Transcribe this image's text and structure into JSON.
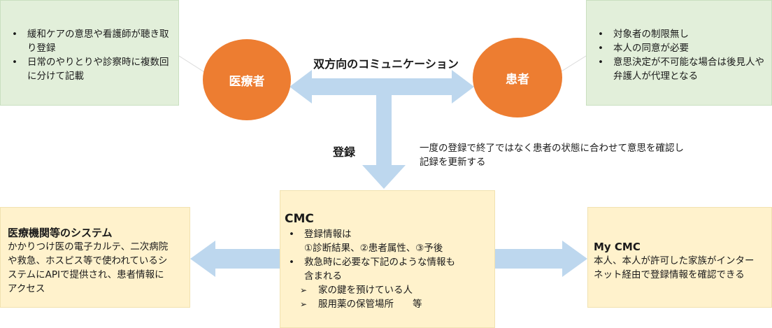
{
  "colors": {
    "accent_orange": "#ed7d31",
    "arrow_blue": "#bdd7ee",
    "green_box": "#e2efda",
    "yellow_box": "#fff2cc"
  },
  "top_left_box": {
    "items": [
      "緩和ケアの意思や看護師が聴き取り登録",
      "日常のやりとりや診察時に複数回に分けて記載"
    ]
  },
  "top_right_box": {
    "items": [
      "対象者の制限無し",
      "本人の同意が必要",
      "意思決定が不可能な場合は後見人や弁護人が代理となる"
    ]
  },
  "circles": {
    "medical_staff": "医療者",
    "patient": "患者"
  },
  "labels": {
    "bidirectional": "双方向のコミュニケーション",
    "registration": "登録",
    "note_line1": "一度の登録で終了ではなく患者の状態に合わせて意思を確認し",
    "note_line2": "記録を更新する"
  },
  "cmc_box": {
    "title": "CMC",
    "item1_line1": "登録情報は",
    "item1_line2": "①診断結果、②患者属性、③予後",
    "item2_line1": "救急時に必要な下記のような情報も",
    "item2_line2": "含まれる",
    "sub_items": [
      "家の鍵を預けている人",
      "服用薬の保管場所　　等"
    ]
  },
  "left_box": {
    "title": "医療機関等のシステム",
    "lines": [
      "かかりつけ医の電子カルテ、二次病院",
      "や救急、ホスピス等で使われているシ",
      "ステムにAPIで提供され、患者情報に",
      "アクセス"
    ]
  },
  "right_box": {
    "title": "My CMC",
    "lines": [
      "本人、本人が許可した家族がインター",
      "ネット経由で登録情報を確認できる"
    ]
  }
}
